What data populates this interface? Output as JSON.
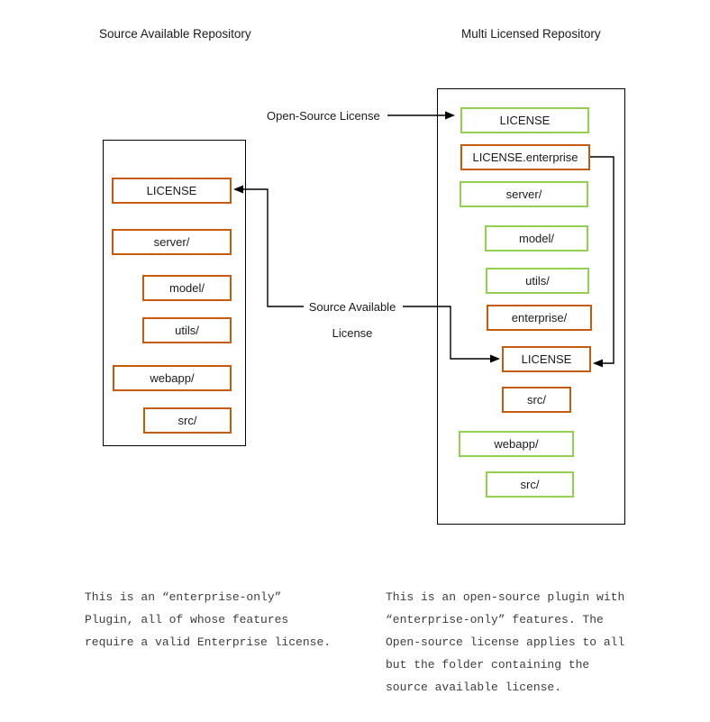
{
  "titles": {
    "left": "Source Available Repository",
    "right": "Multi Licensed Repository"
  },
  "connector_labels": {
    "open_source": "Open-Source License",
    "source_available_line1": "Source Available",
    "source_available_line2": "License"
  },
  "colors": {
    "orange": "#C55A11",
    "green": "#92D050",
    "line": "#000000"
  },
  "repos": {
    "left": {
      "items": [
        {
          "label": "LICENSE",
          "color": "orange"
        },
        {
          "label": "server/",
          "color": "orange"
        },
        {
          "label": "model/",
          "color": "orange"
        },
        {
          "label": "utils/",
          "color": "orange"
        },
        {
          "label": "webapp/",
          "color": "orange"
        },
        {
          "label": "src/",
          "color": "orange"
        }
      ]
    },
    "right": {
      "items": [
        {
          "label": "LICENSE",
          "color": "green"
        },
        {
          "label": "LICENSE.enterprise",
          "color": "orange"
        },
        {
          "label": "server/",
          "color": "green"
        },
        {
          "label": "model/",
          "color": "green"
        },
        {
          "label": "utils/",
          "color": "green"
        },
        {
          "label": "enterprise/",
          "color": "orange"
        },
        {
          "label": "LICENSE",
          "color": "orange"
        },
        {
          "label": "src/",
          "color": "orange"
        },
        {
          "label": "webapp/",
          "color": "green"
        },
        {
          "label": "src/",
          "color": "green"
        }
      ]
    }
  },
  "notes": {
    "left": {
      "lines": [
        "This is an “enterprise-only”",
        "Plugin, all of whose features",
        "require a valid Enterprise license."
      ]
    },
    "right": {
      "lines": [
        "This is an open-source plugin with",
        "“enterprise-only” features. The",
        "Open-source license applies to all",
        "but the folder containing the",
        "source available license."
      ]
    }
  }
}
